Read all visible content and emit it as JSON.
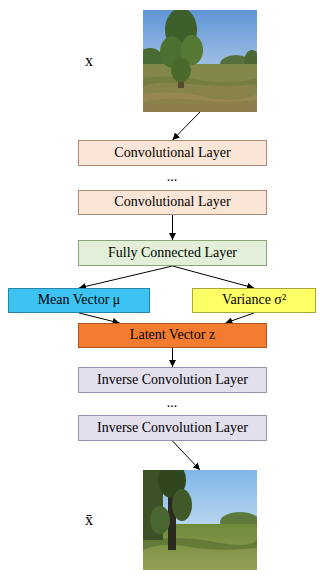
{
  "diagram": {
    "nodes": [
      {
        "text": [
          "x"
        ]
      },
      {
        "text": [
          "Convolutional Layer"
        ]
      },
      {
        "text": [
          "Convolutional Layer"
        ]
      },
      {
        "text": [
          "Fully Connected Layer"
        ]
      },
      {
        "text": [
          "Mean Vector μ"
        ]
      },
      {
        "text": [
          "Variance σ²"
        ]
      },
      {
        "text": [
          "Latent Vector z"
        ]
      },
      {
        "text": [
          "Inverse Convolution Layer"
        ]
      },
      {
        "text": [
          "Inverse Convolution Layer"
        ]
      },
      {
        "text": [
          "x̄"
        ]
      }
    ],
    "edges": [
      {
        "from": 0,
        "to": 1,
        "arrow": "to"
      },
      {
        "from": 2,
        "to": 3,
        "arrow": "to"
      },
      {
        "from": 3,
        "to": 4,
        "arrow": "to"
      },
      {
        "from": 3,
        "to": 5,
        "arrow": "to"
      },
      {
        "from": 4,
        "to": 6,
        "arrow": "to"
      },
      {
        "from": 5,
        "to": 6,
        "arrow": "to"
      },
      {
        "from": 6,
        "to": 7,
        "arrow": "to"
      },
      {
        "from": 8,
        "to": 9,
        "arrow": "to"
      }
    ],
    "labels": [
      "...",
      "..."
    ]
  }
}
